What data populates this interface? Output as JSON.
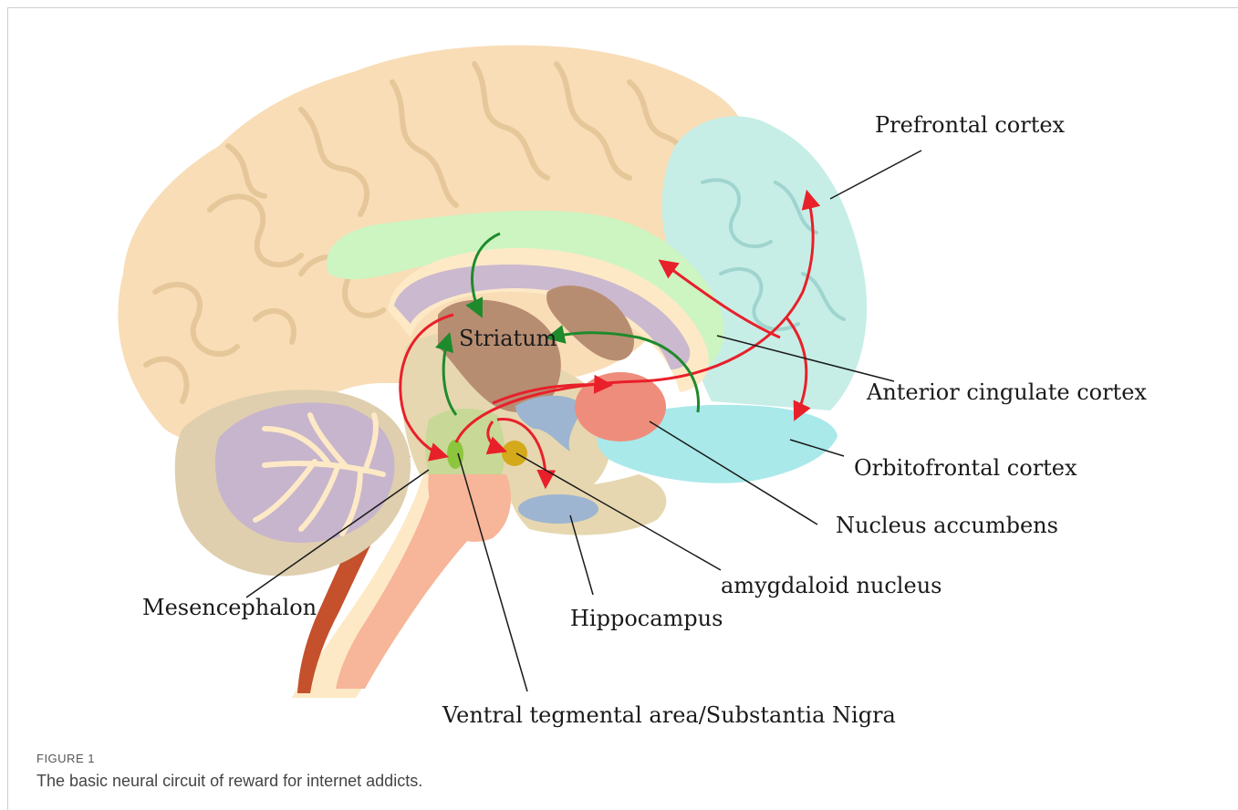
{
  "figure": {
    "label": "FIGURE 1",
    "caption": "The basic neural circuit of reward for internet addicts."
  },
  "labels": {
    "striatum": "Striatum",
    "prefrontal_cortex": "Prefrontal cortex",
    "anterior_cingulate_cortex": "Anterior cingulate cortex",
    "orbitofrontal_cortex": "Orbitofrontal cortex",
    "nucleus_accumbens": "Nucleus accumbens",
    "amygdaloid_nucleus": "amygdaloid nucleus",
    "hippocampus": "Hippocampus",
    "mesencephalon": "Mesencephalon",
    "vta_substantia_nigra": "Ventral tegmental area/Substantia Nigra"
  },
  "colors": {
    "cortex": "#f8ddb6",
    "gyri_line": "#e6c79a",
    "cingulate": "#ccf5c2",
    "prefrontal": "#c6eee6",
    "orbitofrontal": "#a9e9ea",
    "corpus_callosum": "#fde9c6",
    "lateral_ventricle": "#cbb9cf",
    "striatum": "#b78d72",
    "nucleus_accumbens": "#ef8d7c",
    "midbrain": "#c8d897",
    "vta": "#8cc63e",
    "amygdala": "#d4a91a",
    "hippocampus": "#9db5d0",
    "brainstem": "#f7b599",
    "cerebellum_outer": "#dfcfae",
    "cerebellum_inner": "#c6b5cc",
    "red_arrow": "#e8202a",
    "green_arrow": "#1f8a2c"
  }
}
